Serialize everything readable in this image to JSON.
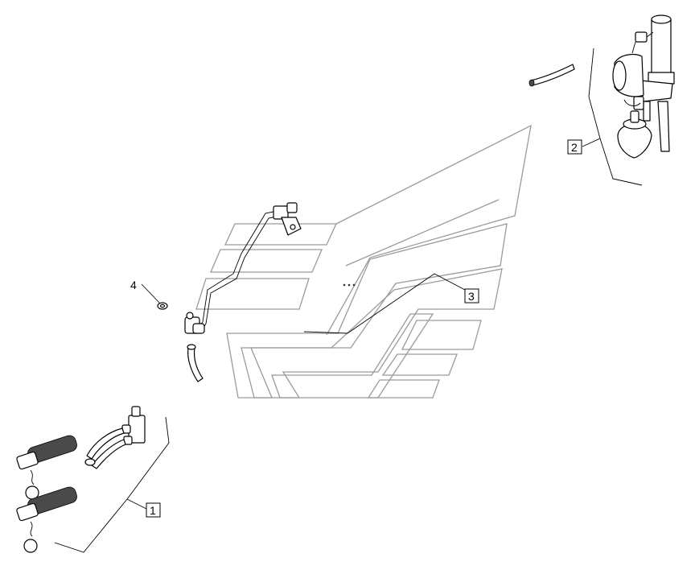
{
  "callouts": [
    {
      "id": "1",
      "label": "1"
    },
    {
      "id": "2",
      "label": "2"
    },
    {
      "id": "3",
      "label": "3"
    },
    {
      "id": "4",
      "label": "4"
    }
  ],
  "colors": {
    "outline": "#000000",
    "ghost_outline": "#9a9a9a",
    "background": "#ffffff"
  }
}
